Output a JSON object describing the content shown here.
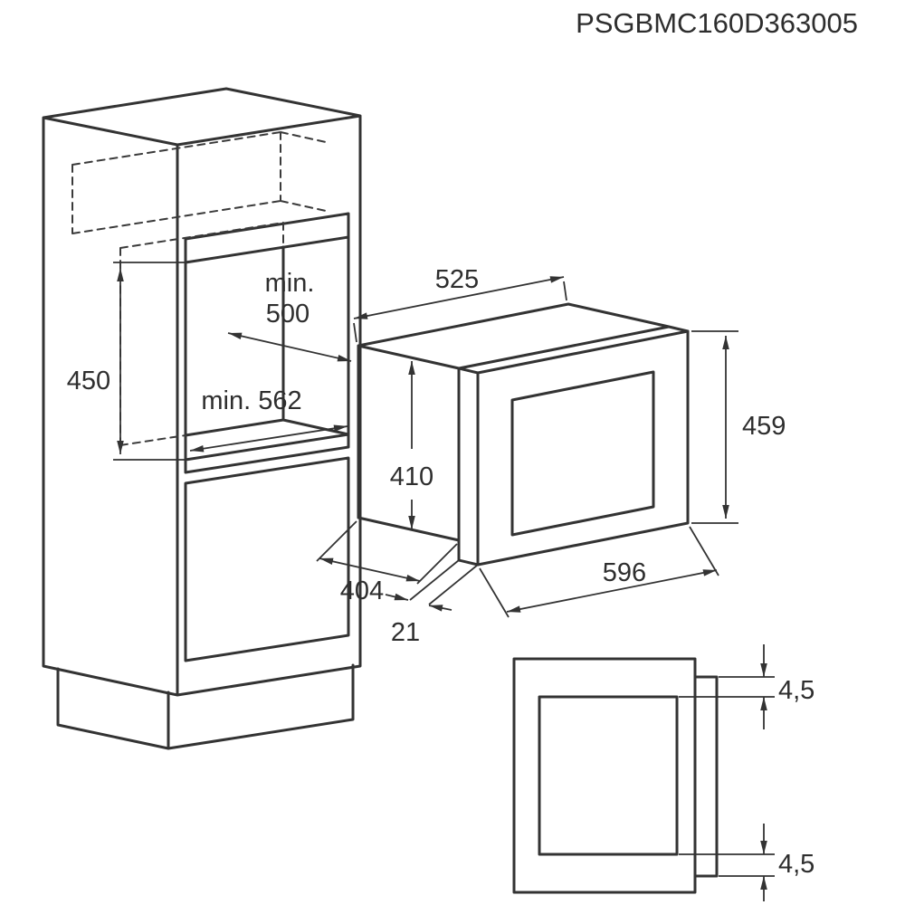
{
  "product_code": "PSGBMC160D363005",
  "colors": {
    "line": "#333333",
    "background": "#ffffff"
  },
  "dimensions": {
    "niche_height": "450",
    "niche_depth_min_label": "min.",
    "niche_depth_min_value": "500",
    "niche_width_min": "min. 562",
    "appliance_top_width": "525",
    "appliance_body_height": "410",
    "appliance_front_height": "459",
    "appliance_body_depth": "404",
    "frame_protrusion": "21",
    "appliance_front_width": "596",
    "overlap_top": "4,5",
    "overlap_bottom": "4,5"
  }
}
